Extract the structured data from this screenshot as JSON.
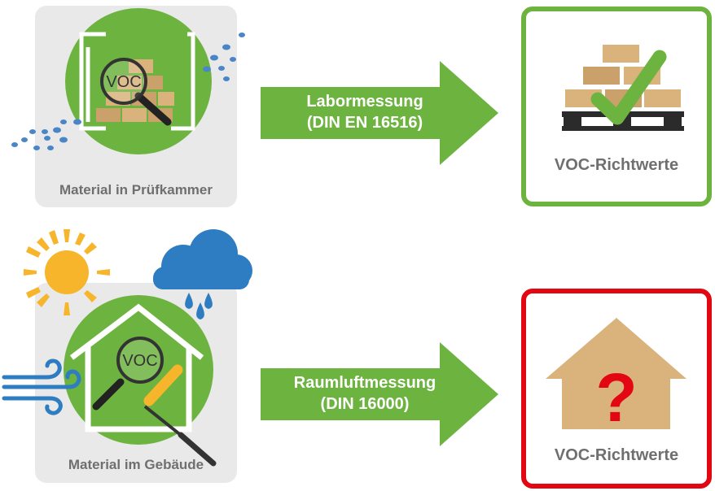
{
  "top": {
    "source_caption": "Material in Prüfkammer",
    "magnifier_label": "VOC",
    "arrow_line1": "Labormessung",
    "arrow_line2": "(DIN EN 16516)",
    "result_label": "VOC-Richtwerte",
    "result_border_color": "#6db33f"
  },
  "bottom": {
    "source_caption": "Material im Gebäude",
    "magnifier_label": "VOC",
    "arrow_line1": "Raumluftmessung",
    "arrow_line2": "(DIN 16000)",
    "result_label": "VOC-Richtwerte",
    "result_symbol": "?",
    "result_border_color": "#e30613"
  },
  "colors": {
    "green": "#6db33f",
    "red": "#e30613",
    "blue": "#2e7cc1",
    "sun": "#f7b52c",
    "wood": "#d9b27c",
    "panel": "#e9e9ea"
  },
  "icons": [
    "chamber-icon",
    "magnifier-icon",
    "bricks-icon",
    "pallet-icon",
    "checkmark-icon",
    "sun-icon",
    "cloud-icon",
    "rain-drops-icon",
    "wind-icon",
    "house-icon",
    "paint-roller-icon",
    "wooden-house-icon",
    "question-mark-icon"
  ]
}
